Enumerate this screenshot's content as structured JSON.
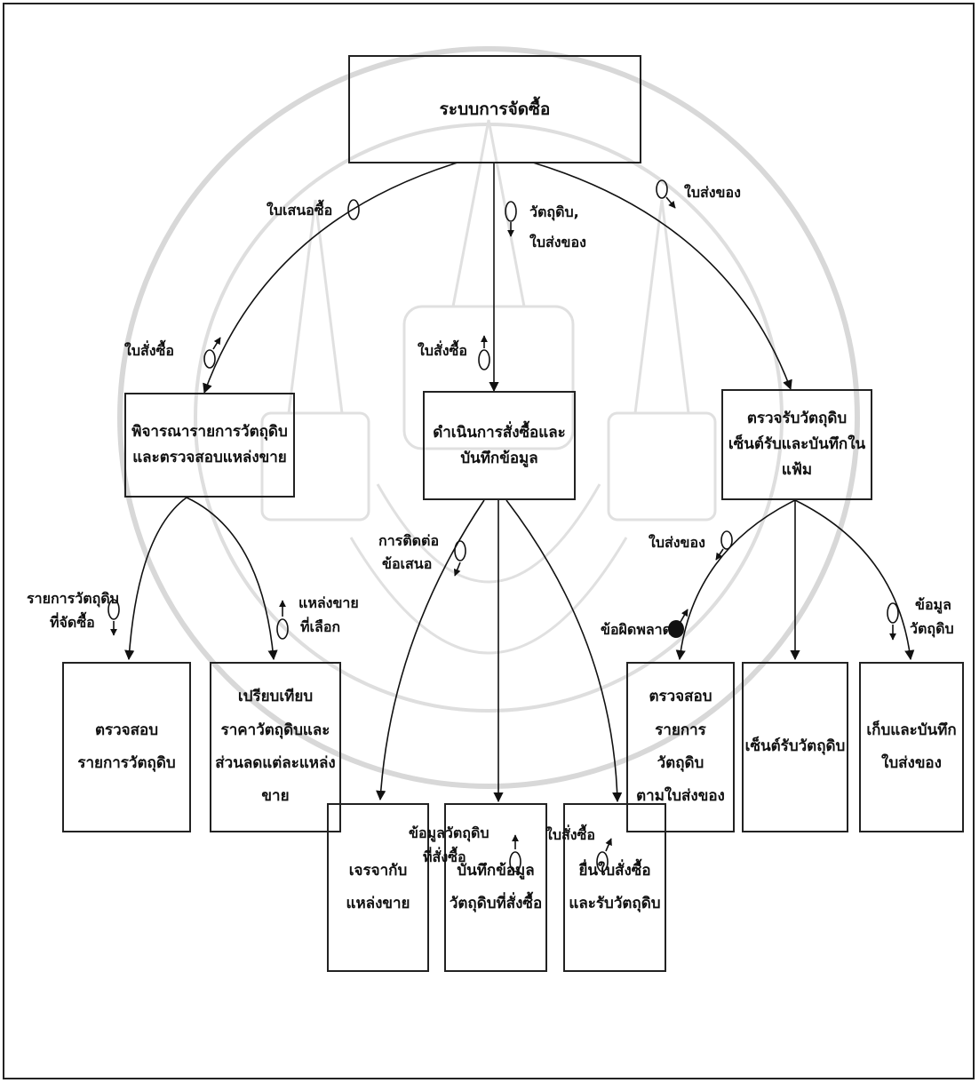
{
  "root": {
    "title": "ระบบการจัดซื้อ"
  },
  "processes": [
    {
      "lines": [
        "พิจารณารายการวัตถุดิบ",
        "และตรวจสอบแหล่งขาย"
      ]
    },
    {
      "lines": [
        "ดำเนินการสั่งซื้อและ",
        "บันทึกข้อมูล"
      ]
    },
    {
      "lines": [
        "ตรวจรับวัตถุดิบ",
        "เซ็นต์รับและบันทึกในแฟ้ม"
      ]
    }
  ],
  "subprocesses": [
    {
      "lines": [
        "ตรวจสอบ",
        "รายการวัตถุดิบ"
      ]
    },
    {
      "lines": [
        "เปรียบเทียบ",
        "ราคาวัตถุดิบและ",
        "ส่วนลดแต่ละแหล่งขาย"
      ]
    },
    {
      "lines": [
        "เจรจากับ",
        "แหล่งขาย"
      ]
    },
    {
      "lines": [
        "บันทึกข้อมูล",
        "วัตถุดิบที่สั่งซื้อ"
      ]
    },
    {
      "lines": [
        "ยื่นใบสั่งซื้อ",
        "และรับวัตถุดิบ"
      ]
    },
    {
      "lines": [
        "ตรวจสอบรายการ",
        "วัตถุดิบ",
        "ตามใบส่งของ"
      ]
    },
    {
      "lines": [
        "เซ็นต์รับวัตถุดิบ"
      ]
    },
    {
      "lines": [
        "เก็บและบันทึก",
        "ใบส่งของ"
      ]
    }
  ],
  "flows": {
    "purchase_request": "ใบเสนอซื้อ",
    "materials_delivery_1": "วัตถุดิบ,",
    "materials_delivery_2": "ใบส่งของ",
    "delivery_note_top": "ใบส่งของ",
    "po_left": "ใบสั่งซื้อ",
    "po_mid": "ใบสั่งซื้อ",
    "material_list_1": "รายการวัตถุดิบ",
    "material_list_2": "ที่จัดซื้อ",
    "vendor_1": "แหล่งขาย",
    "vendor_2": "ที่เลือก",
    "contact_1": "การติดต่อ",
    "contact_2": "ข้อเสนอ",
    "ordered_data_1": "ข้อมูลวัตถุดิบ",
    "ordered_data_2": "ที่สั่งซื้อ",
    "po_bottom": "ใบสั่งซื้อ",
    "delivery_note_right": "ใบส่งของ",
    "error": "ข้อผิดพลาด",
    "material_data_1": "ข้อมูล",
    "material_data_2": "วัตถุดิบ"
  }
}
